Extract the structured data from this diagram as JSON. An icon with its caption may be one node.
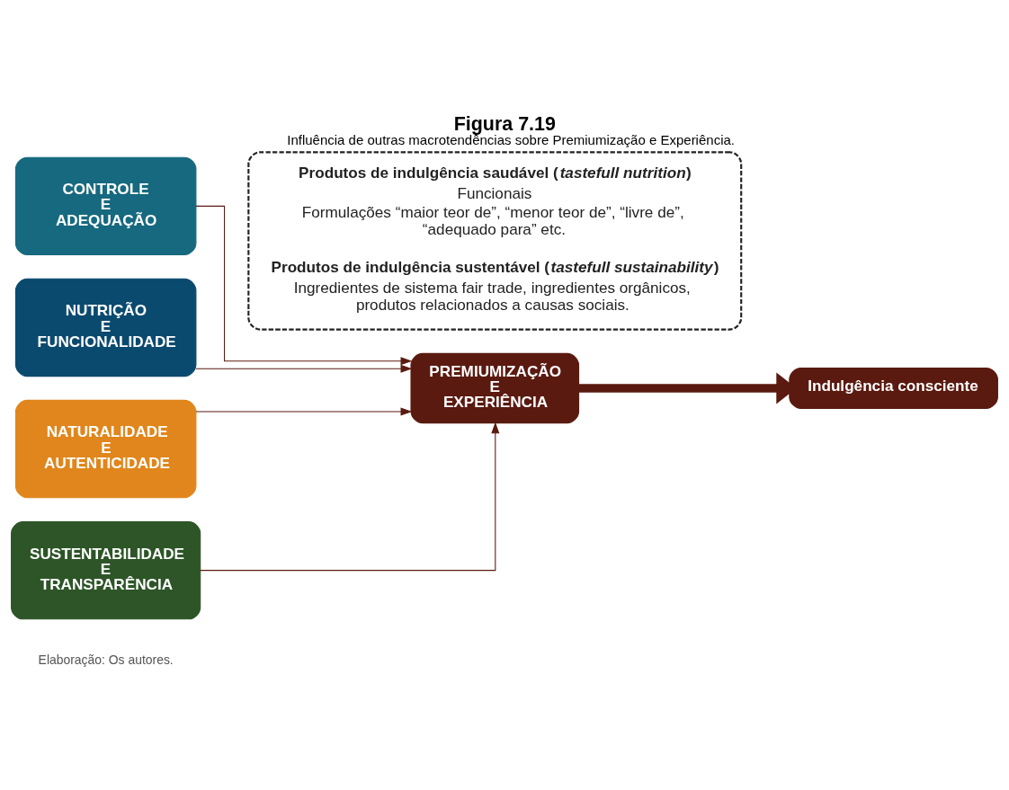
{
  "diagram": {
    "title": "Figura 7.19",
    "caption": "Influência de outras macrotendências sobre Premiumização e Experiência.",
    "nodes": [
      {
        "text": [
          "CONTROLE E ADEQUAÇÃO"
        ]
      },
      {
        "text": [
          "NUTRIÇÃO E FUNCIONALIDADE"
        ]
      },
      {
        "text": [
          "NATURALIDADE E AUTENTICIDADE"
        ]
      },
      {
        "text": [
          "SUSTENTABILIDADE E TRANSPARÊNCIA"
        ]
      },
      {
        "text": [
          "PREMIUMIZAÇÃO E EXPERIÊNCIA"
        ]
      },
      {
        "text": [
          "Indulgência consciente"
        ]
      },
      {
        "text": [
          "Produtos de indulgência saudável (*tastefull nutrition*)",
          "Funcionais",
          "Formulações “maior teor de”, “menor teor de”, “livre de”, “adequado para” etc.",
          "Produtos de indulgência sustentável (*tastefull sustainability*)",
          "Ingredientes de sistema fair trade, ingredientes orgânicos, produtos relacionados a causas sociais."
        ]
      }
    ],
    "edges": [
      {
        "from": 0,
        "to": 4,
        "arrow": "to"
      },
      {
        "from": 1,
        "to": 4,
        "arrow": "to"
      },
      {
        "from": 2,
        "to": 4,
        "arrow": "to"
      },
      {
        "from": 3,
        "to": 4,
        "arrow": "to"
      },
      {
        "from": 4,
        "to": 5,
        "arrow": "to",
        "style": "thick"
      }
    ],
    "labels": [
      "Elaboração: Os autores."
    ]
  }
}
